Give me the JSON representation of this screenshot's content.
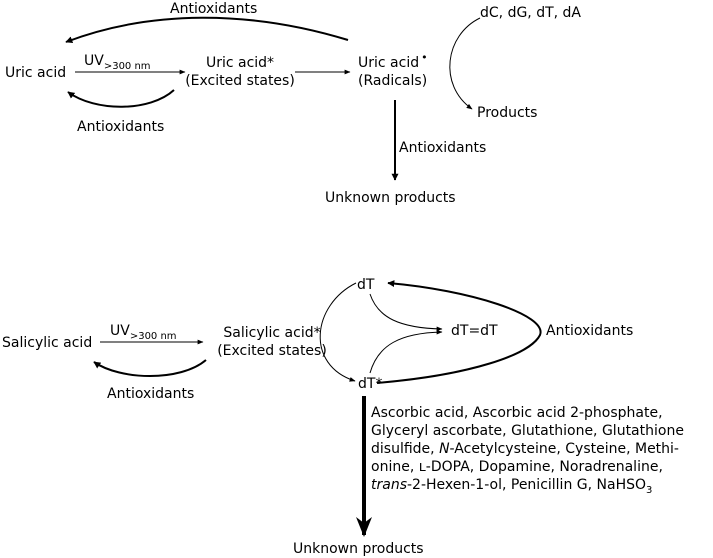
{
  "top": {
    "uric_acid": "Uric acid",
    "uv_label": "UV",
    "uv_sub": ">300 nm",
    "excited_line1": "Uric acid*",
    "excited_line2": "(Excited states)",
    "radical_line1": "Uric acid",
    "radical_mark": "•",
    "radical_line2": "(Radicals)",
    "nucleosides": "dC, dG, dT, dA",
    "products": "Products",
    "antioxidants_top": "Antioxidants",
    "antioxidants_bottom": "Antioxidants",
    "antioxidants_down": "Antioxidants",
    "unknown_products": "Unknown products"
  },
  "bottom": {
    "salicylic_acid": "Salicylic acid",
    "uv_label": "UV",
    "uv_sub": ">300 nm",
    "excited_line1": "Salicylic acid*",
    "excited_line2": "(Excited states)",
    "antioxidants_left": "Antioxidants",
    "dT": "dT",
    "dT_star": "dT*",
    "dimer": "dT=dT",
    "antioxidants_right": "Antioxidants",
    "list_line1": "Ascorbic acid, Ascorbic acid 2-phosphate,",
    "list_line2": "Glyceryl ascorbate, Glutathione, Glutathione",
    "list_line3": "disulfide, ",
    "list_line3_italic": "N",
    "list_line3_rest": "-Acetylcysteine, Cysteine, Methi-",
    "list_line4": "onine, ʟ-DOPA, Dopamine, Noradrenaline,",
    "list_line5_italic": "trans",
    "list_line5_rest": "-2-Hexen-1-ol, Penicillin G, NaHSO",
    "list_line5_sub": "3",
    "unknown_products": "Unknown products"
  }
}
